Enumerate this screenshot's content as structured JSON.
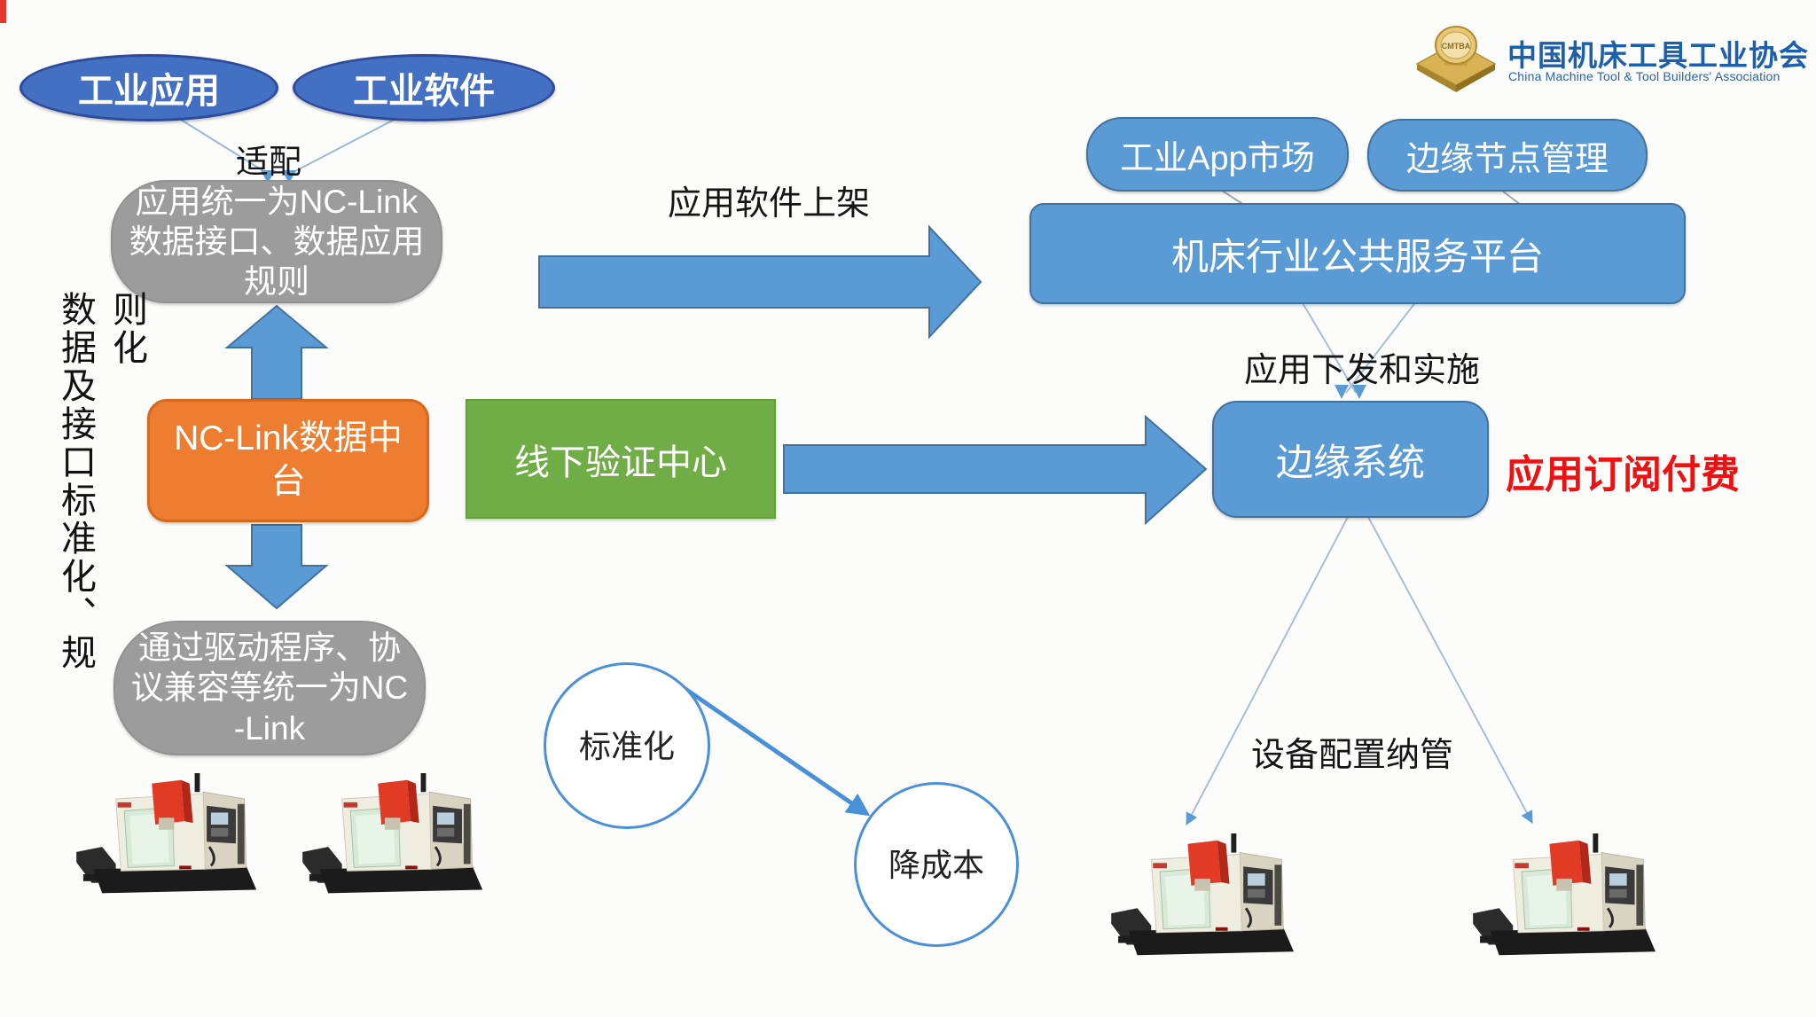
{
  "logo": {
    "emblem_text": "CMTBA",
    "org_name_cn": "中国机床工具工业协会",
    "org_name_en": "China Machine Tool & Tool Builders'  Association"
  },
  "top_left": {
    "ellipse_app": "工业应用",
    "ellipse_software": "工业软件",
    "adapt_label": "适配",
    "unify_box": "应用统一为NC-Link数据接口、数据应用规则"
  },
  "left_column": {
    "side_note": "数据及接口标准化、规则化",
    "nc_link_hub": "NC-Link数据中台",
    "protocol_box": "通过驱动程序、协议兼容等统一为NC-Link"
  },
  "center": {
    "offline_center": "线下验证中心",
    "app_launch_label": "应用软件上架",
    "standardization_circle": "标准化",
    "cost_circle": "降成本"
  },
  "right": {
    "app_market_pill": "工业App市场",
    "edge_node_pill": "边缘节点管理",
    "platform_box": "机床行业公共服务平台",
    "deploy_label": "应用下发和实施",
    "edge_system_box": "边缘系统",
    "subscription_note": "应用订阅付费",
    "device_config_label": "设备配置纳管"
  },
  "colors": {
    "blue_shape": "#5b9bd5",
    "blue_shape_border": "#41719c",
    "ellipse_blue": "#4470c4",
    "gray_shape": "#9c9c9c",
    "orange_shape": "#ed7d31",
    "green_shape": "#70ad47",
    "red_note": "#ee1111",
    "connector": "#a8bdd6",
    "logo_blue": "#1b5fae",
    "gold": "#d8b254"
  }
}
